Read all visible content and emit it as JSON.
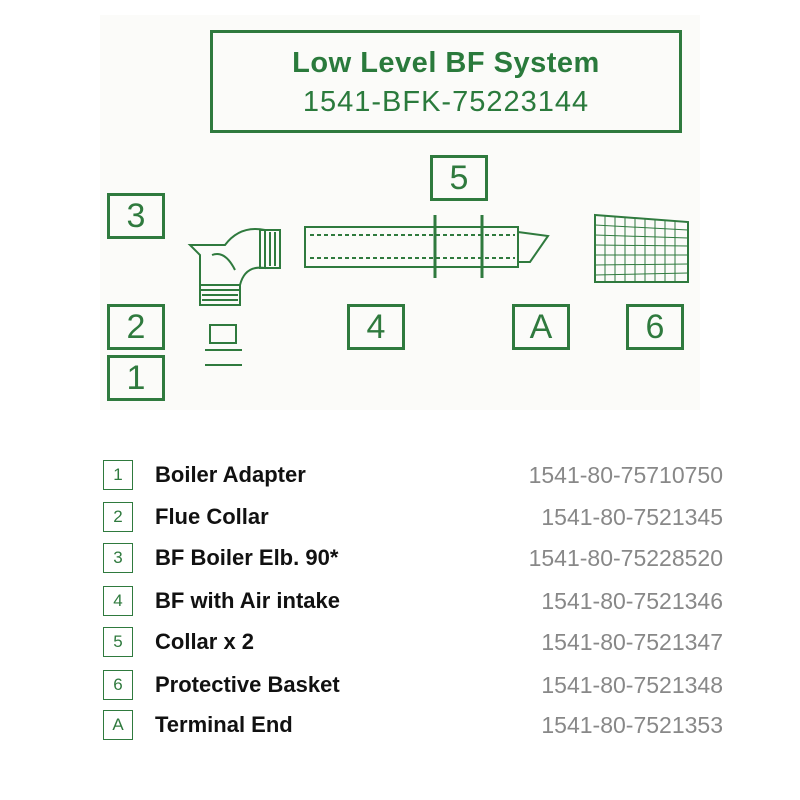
{
  "title": {
    "line1": "Low Level BF System",
    "line2": "1541-BFK-75223144"
  },
  "labels": {
    "l3": "3",
    "l5": "5",
    "l2": "2",
    "l4": "4",
    "lA": "A",
    "l6": "6",
    "l1": "1"
  },
  "parts": [
    {
      "key": "1",
      "name": "Boiler Adapter",
      "code": "1541-80-75710750"
    },
    {
      "key": "2",
      "name": "Flue Collar",
      "code": "1541-80-7521345"
    },
    {
      "key": "3",
      "name": "BF Boiler Elb. 90*",
      "code": "1541-80-75228520"
    },
    {
      "key": "4",
      "name": "BF with Air intake",
      "code": "1541-80-7521346"
    },
    {
      "key": "5",
      "name": "Collar x 2",
      "code": "1541-80-7521347"
    },
    {
      "key": "6",
      "name": "Protective Basket",
      "code": "1541-80-7521348"
    },
    {
      "key": "A",
      "name": "Terminal End",
      "code": "1541-80-7521353"
    }
  ]
}
